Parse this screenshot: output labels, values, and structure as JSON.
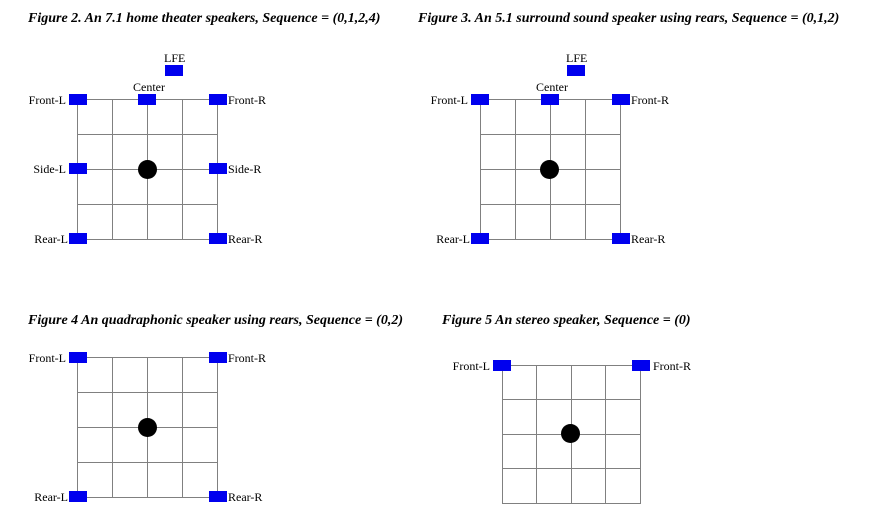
{
  "figures": [
    {
      "caption": "Figure 2. An 7.1 home theater speakers, Sequence = (0,1,2,4)",
      "speakers": {
        "lfe": "LFE",
        "center": "Center",
        "front_l": "Front-L",
        "front_r": "Front-R",
        "side_l": "Side-L",
        "side_r": "Side-R",
        "rear_l": "Rear-L",
        "rear_r": "Rear-R"
      }
    },
    {
      "caption": "Figure 3. An 5.1 surround sound speaker using rears, Sequence = (0,1,2)",
      "speakers": {
        "lfe": "LFE",
        "center": "Center",
        "front_l": "Front-L",
        "front_r": "Front-R",
        "rear_l": "Rear-L",
        "rear_r": "Rear-R"
      }
    },
    {
      "caption": "Figure 4 An quadraphonic speaker using rears, Sequence = (0,2)",
      "speakers": {
        "front_l": "Front-L",
        "front_r": "Front-R",
        "rear_l": "Rear-L",
        "rear_r": "Rear-R"
      }
    },
    {
      "caption": "Figure 5 An stereo speaker, Sequence = (0)",
      "speakers": {
        "front_l": "Front-L",
        "front_r": "Front-R"
      }
    }
  ],
  "colors": {
    "speaker": "#0000ee",
    "grid": "#808080",
    "listener": "#000000"
  }
}
